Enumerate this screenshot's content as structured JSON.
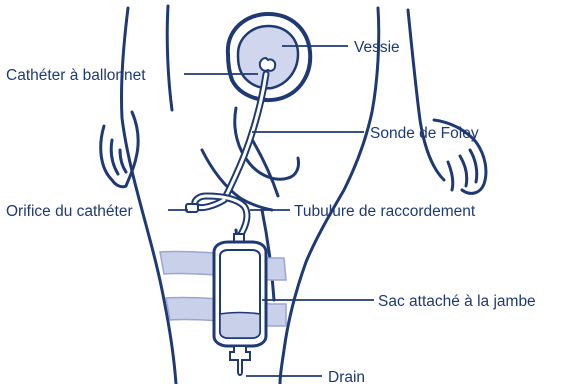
{
  "labels": {
    "bladder": "Vessie",
    "balloon_catheter": "Cathéter à ballonnet",
    "foley_catheter": "Sonde de Foley",
    "catheter_port": "Orifice du cathéter",
    "connecting_tubing": "Tubulure de raccordement",
    "leg_bag": "Sac attaché à la jambe",
    "drain": "Drain"
  },
  "colors": {
    "outline": "#1f3a73",
    "bladder_fill": "#cfd6ee",
    "strap_fill": "#c9d0ea",
    "urine_fill": "#c9d0ea",
    "text": "#1f3a73"
  }
}
